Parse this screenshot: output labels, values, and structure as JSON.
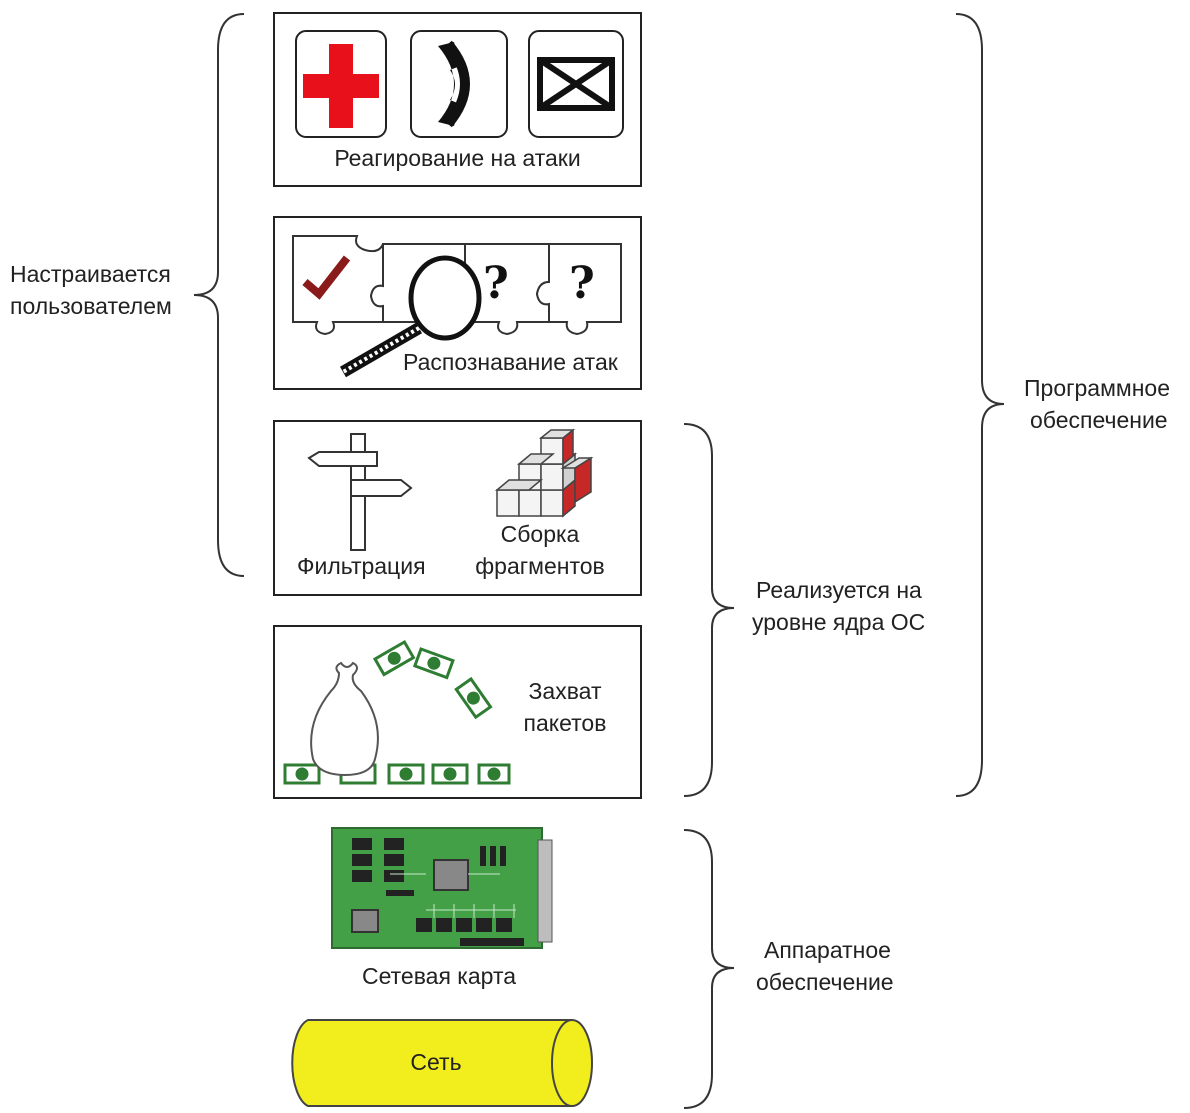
{
  "layers": {
    "response": {
      "label": "Реагирование на атаки",
      "icons": [
        "medical-cross-icon",
        "phone-handset-icon",
        "envelope-icon"
      ]
    },
    "detection": {
      "label": "Распознавание атак",
      "icons": [
        "puzzle-check-icon",
        "magnifier-icon",
        "puzzle-question-icon"
      ]
    },
    "filtering": {
      "label": "Фильтрация",
      "icon": "signpost-icon"
    },
    "reassembly": {
      "label_line1": "Сборка",
      "label_line2": "фрагментов",
      "icon": "cube-stack-icon"
    },
    "capture": {
      "label_line1": "Захват",
      "label_line2": "пакетов",
      "icon": "packet-bag-icon"
    },
    "nic": {
      "label": "Сетевая карта",
      "icon": "network-card-icon"
    },
    "network": {
      "label": "Сеть"
    }
  },
  "brackets": {
    "user_configured": {
      "line1": "Настраивается",
      "line2": "пользователем"
    },
    "kernel": {
      "line1": "Реализуется на",
      "line2": "уровне ядра ОС"
    },
    "software": {
      "line1": "Программное",
      "line2": "обеспечение"
    },
    "hardware": {
      "line1": "Аппаратное",
      "line2": "обеспечение"
    }
  },
  "colors": {
    "cross": "#e8101a",
    "money": "#2e7d32",
    "board": "#4caf50",
    "network": "#f2ee1e",
    "cube_red": "#c62828"
  }
}
